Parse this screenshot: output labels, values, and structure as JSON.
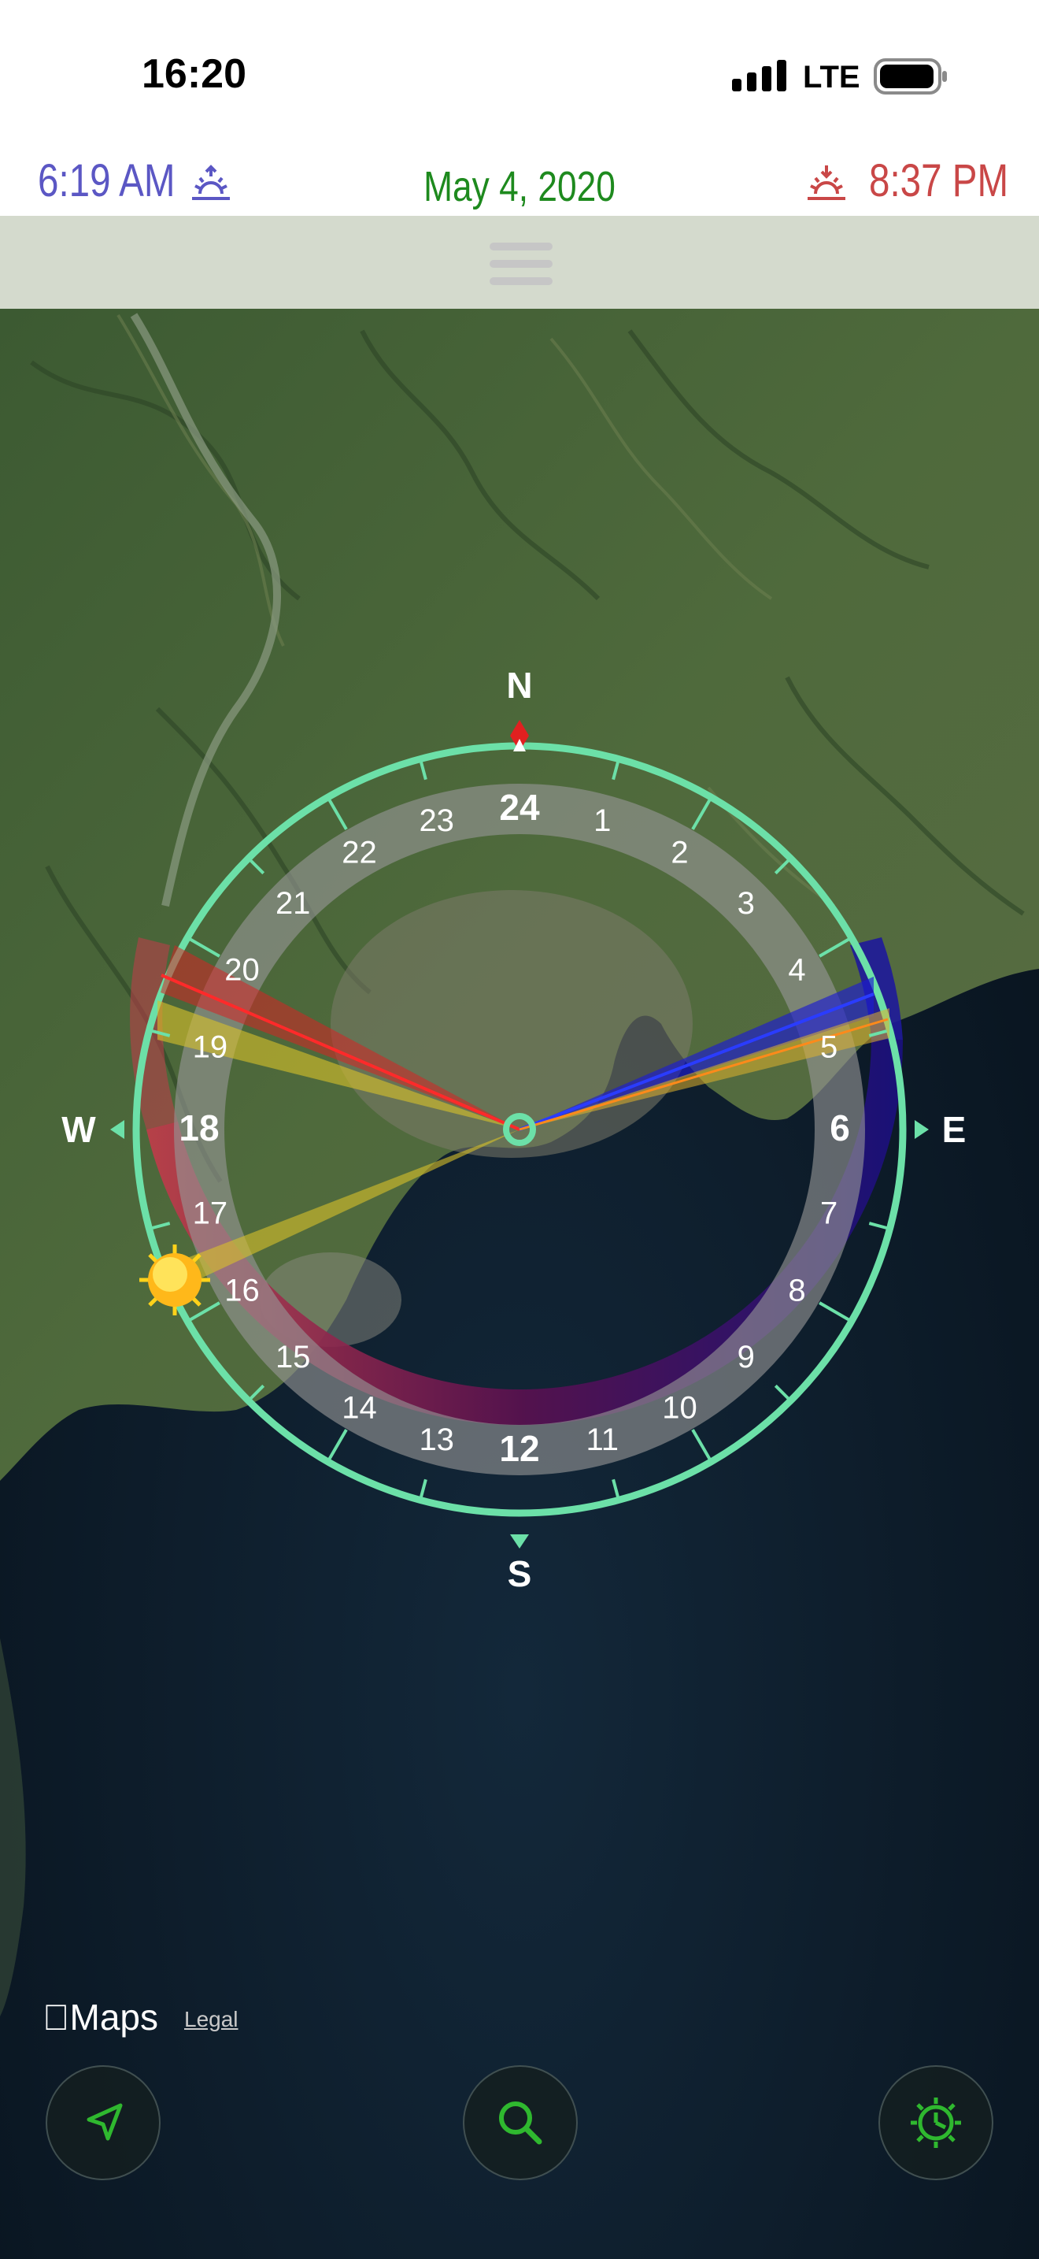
{
  "status_bar": {
    "time": "16:20",
    "network": "LTE"
  },
  "sun": {
    "sunrise": "6:19 AM",
    "date": "May 4, 2020",
    "sunset": "8:37 PM",
    "colors": {
      "sunrise": "#5b57c4",
      "date": "#1e8a1e",
      "sunset": "#c94747"
    }
  },
  "compass": {
    "north": "N",
    "south": "S",
    "east": "E",
    "west": "W",
    "hours": [
      "1",
      "2",
      "3",
      "4",
      "5",
      "6",
      "7",
      "8",
      "9",
      "10",
      "11",
      "12",
      "13",
      "14",
      "15",
      "16",
      "17",
      "18",
      "19",
      "20",
      "21",
      "22",
      "23",
      "24"
    ]
  },
  "attribution": {
    "maps": "Maps",
    "legal": "Legal"
  },
  "toolbar": {
    "icons": [
      "location-arrow-icon",
      "search-icon",
      "sun-clock-settings-icon"
    ]
  }
}
